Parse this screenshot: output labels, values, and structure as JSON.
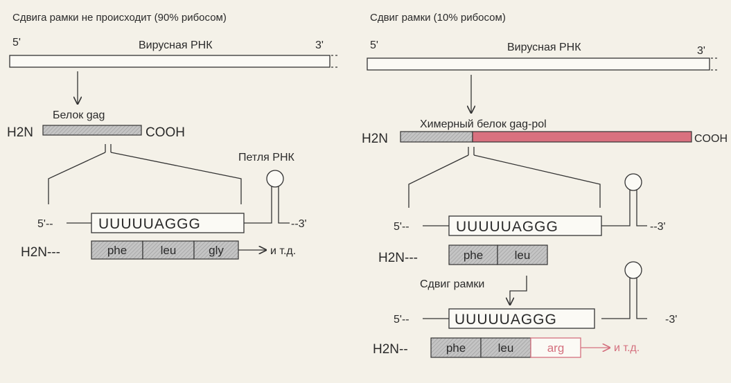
{
  "colors": {
    "gray": "#bcbcbc",
    "pink": "#d9717f",
    "pink_text": "#d4707e",
    "ink": "#2a2a2a"
  },
  "left": {
    "title": "Сдвига рамки не происходит (90% рибосом)",
    "rna_5": "5'",
    "rna_label": "Вирусная РНК",
    "rna_3": "3'",
    "protein_label": "Белок gag",
    "h2n": "H2N",
    "cooh": "COOH",
    "loop_label": "Петля РНК",
    "seq_5": "5'--",
    "sequence": "UUUUUAGGG",
    "seq_3": "--3'",
    "pep_h2n": "H2N---",
    "amino_acids": [
      "phe",
      "leu",
      "gly"
    ],
    "etc": "и т.д."
  },
  "right": {
    "title": "Сдвиг рамки (10% рибосом)",
    "rna_5": "5'",
    "rna_label": "Вирусная РНК",
    "rna_3": "3'",
    "protein_label": "Химерный белок gag-pol",
    "h2n": "H2N",
    "cooh": "COOH",
    "seq_5": "5'--",
    "sequence": "UUUUUAGGG",
    "seq_3": "--3'",
    "pep_h2n": "H2N---",
    "amino_acids": [
      "phe",
      "leu"
    ],
    "shift_label": "Сдвиг рамки",
    "seq2_5": "5'--",
    "sequence2": "UUUUUAGGG",
    "seq2_3": "-3'",
    "pep2_h2n": "H2N--",
    "amino_acids2": [
      "phe",
      "leu"
    ],
    "shifted_aa": "arg",
    "etc": "и т.д."
  }
}
